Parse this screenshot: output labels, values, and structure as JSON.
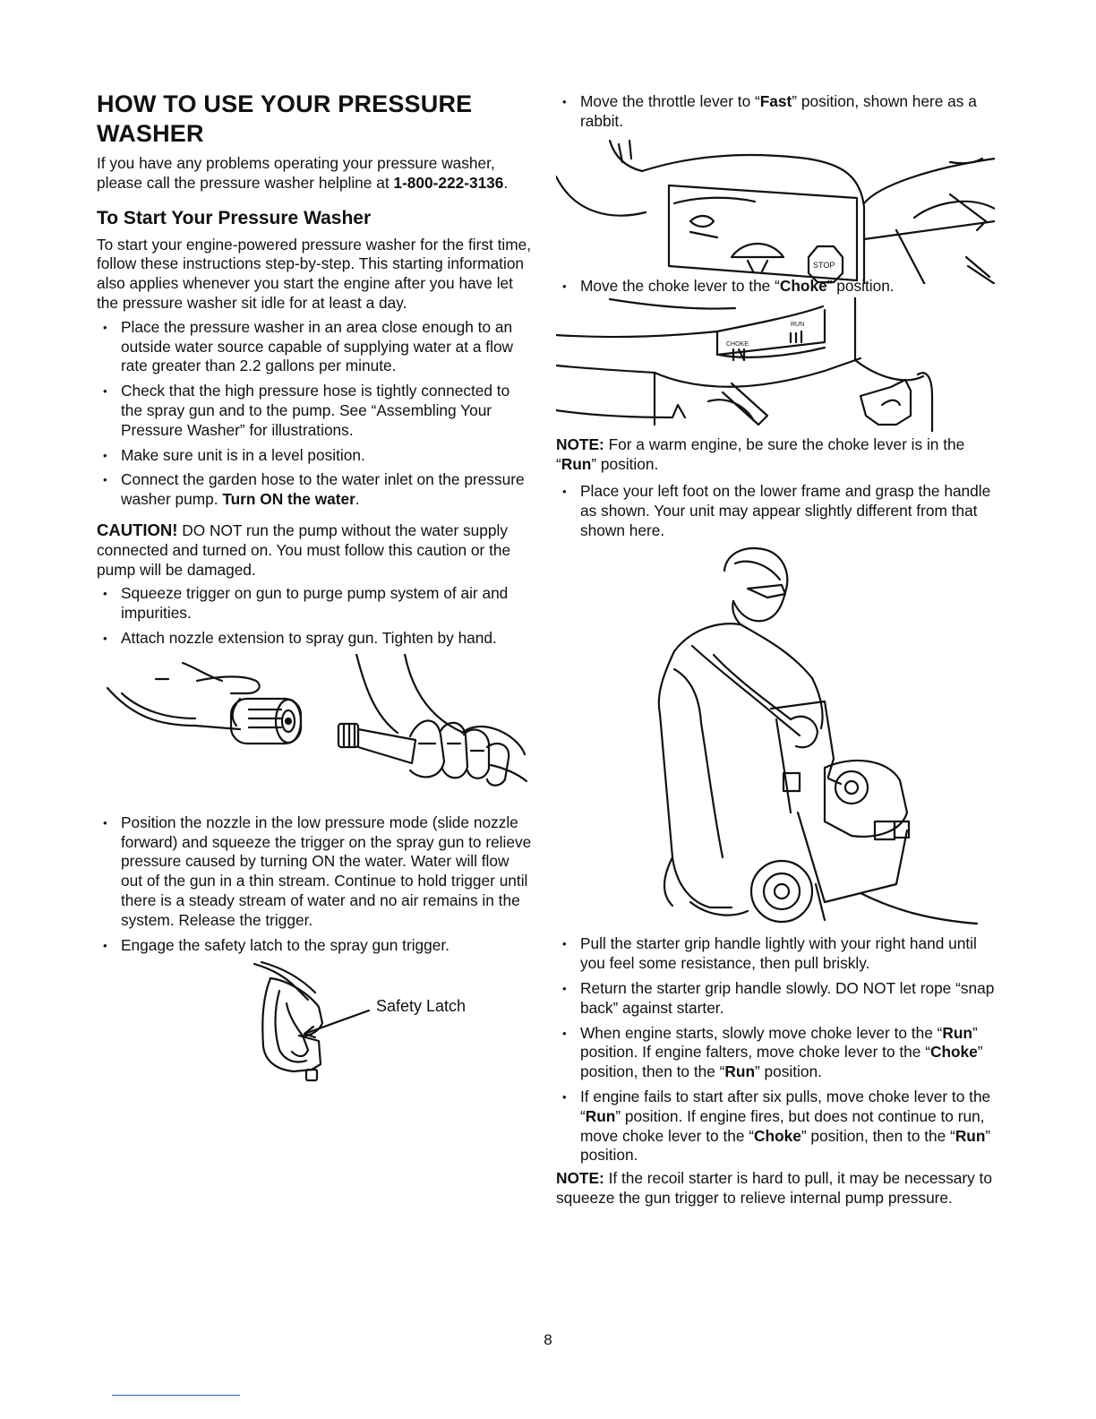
{
  "title": "HOW TO USE YOUR PRESSURE WASHER",
  "intro": {
    "text": "If you have any problems operating your pressure washer, please call the pressure washer helpline at ",
    "phone": "1-800-222-3136",
    "end": "."
  },
  "section_heading": "To Start Your Pressure Washer",
  "section_intro": "To start your engine-powered pressure washer for the first time, follow these instructions step-by-step. This starting information also applies whenever you start the engine after you have let the pressure washer sit idle for at least a day.",
  "steps_a": [
    "Place the pressure washer in an area close enough to an outside water source capable of supplying water at a flow rate greater than 2.2 gallons per minute.",
    "Check that the high pressure hose is tightly connected to the spray gun and to the pump. See “Assembling Your Pressure Washer” for illustrations.",
    "Make sure unit is in a level position."
  ],
  "step_water": {
    "text": "Connect the garden hose to the water inlet on the pressure washer pump. ",
    "bold": "Turn ON the water",
    "end": "."
  },
  "caution": {
    "lead": "CAUTION!",
    "text": " DO NOT run the pump without the water supply connected and turned on. You must follow this caution or the pump will be damaged."
  },
  "steps_b": [
    "Squeeze trigger on gun to purge pump system of air and impurities.",
    "Attach nozzle extension to spray gun. Tighten by hand."
  ],
  "steps_c": [
    "Position the nozzle in the low pressure mode (slide nozzle forward) and squeeze the trigger on the spray gun to relieve pressure caused by turning ON the water. Water will flow out of the gun in a thin stream. Continue to hold trigger until there is a steady stream of water and no air remains in the system. Release the trigger.",
    "Engage the safety latch to the spray gun trigger."
  ],
  "safety_latch_label": "Safety Latch",
  "throttle_step": {
    "text": "Move the throttle lever to “",
    "bold": "Fast",
    "end": "” position, shown here as a rabbit."
  },
  "throttle_panel_text": "STOP",
  "choke_step": {
    "text": "Move the choke lever to the “",
    "bold": "Choke",
    "end": "” position."
  },
  "choke_panel": {
    "choke": "CHOKE",
    "run": "RUN"
  },
  "note_warm": {
    "lead": "NOTE:",
    "text": " For a warm engine, be sure the choke lever is in the “",
    "bold": "Run",
    "end": "” position."
  },
  "foot_step": "Place your left foot on the lower frame and grasp the handle as shown. Your unit may appear slightly different from that shown here.",
  "steps_d": {
    "pull": "Pull the starter grip handle lightly with your right hand until you feel some resistance, then pull briskly.",
    "return": "Return the starter grip handle slowly. DO NOT let rope “snap back” against starter.",
    "starts": {
      "t1": "When engine starts, slowly move choke lever to the “",
      "b1": "Run",
      "t2": "” position. If engine falters, move choke lever to the “",
      "b2": "Choke",
      "t3": "” position, then to the “",
      "b3": "Run",
      "t4": "” position."
    },
    "fails": {
      "t1": "If engine fails to start after six pulls, move choke lever to the “",
      "b1": "Run",
      "t2": "” position. If engine fires, but does not continue to run, move choke lever to the “",
      "b2": "Choke",
      "t3": "” position, then to the “",
      "b3": "Run",
      "t4": "” position."
    }
  },
  "note_recoil": {
    "lead": "NOTE:",
    "text": " If the recoil starter is hard to pull, it may be necessary to squeeze the gun trigger to relieve internal pump pressure."
  },
  "page_number": "8"
}
